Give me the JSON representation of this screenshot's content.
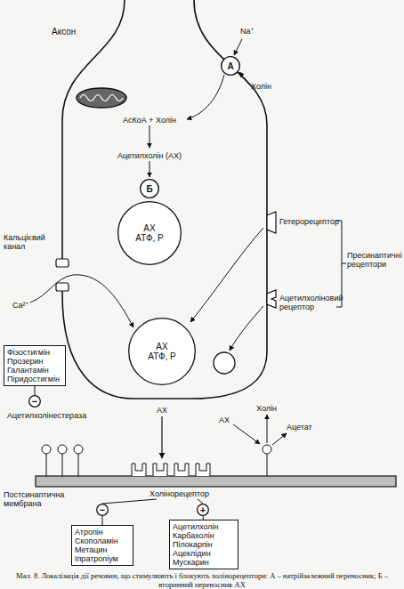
{
  "diagram": {
    "caption": "Мал. 8. Локалізація дії речовин, що стимулюють і блокують холінорецептори: А – натрійзалежний переносник; Б – вторинний переносник АХ",
    "nodes": [
      {
        "text": [
          "А"
        ]
      },
      {
        "text": [
          "Б"
        ]
      },
      {
        "text": [
          "АХ",
          "АТФ, Р"
        ]
      },
      {
        "text": [
          "АХ",
          "АТФ, Р"
        ]
      },
      {
        "text": [
          "Фізостигмін Прозерин Галантамін Піридостигмін"
        ]
      },
      {
        "text": [
          "Атропін Скополамін Метацин Іпратропіум"
        ]
      },
      {
        "text": [
          "Ацетилхолін Карбахолін Пілокарпін Ацеклідин Мускарин"
        ]
      },
      {
        "text": [
          "−"
        ]
      },
      {
        "text": [
          "−"
        ]
      },
      {
        "text": [
          "+"
        ]
      }
    ],
    "edges": [
      {
        "from": 4,
        "to": 7,
        "arrow": "none"
      },
      {
        "from": 5,
        "to": 8,
        "arrow": "none"
      },
      {
        "from": 6,
        "to": 9,
        "arrow": "none"
      }
    ],
    "labels": [
      "Аксон",
      "Na⁺",
      "Холін",
      "АсКоА + Холін",
      "Ацетилхолін (АХ)",
      "Кальцієвий канал",
      "Ca²⁺",
      "Гетерорецептор",
      "Пресинаптичні рецептори",
      "Ацетилхоліновий рецептор",
      "Ацетилхолінестераза",
      "АХ",
      "АХ",
      "Холін",
      "Ацетат",
      "Постсинаптична мембрана",
      "Холінорецептор"
    ]
  }
}
